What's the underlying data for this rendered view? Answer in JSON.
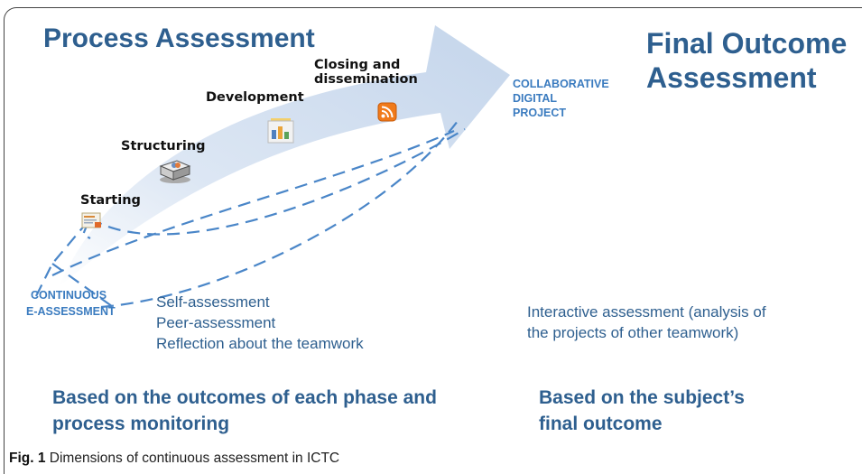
{
  "process_title": "Process Assessment",
  "final_title_line1": "Final Outcome",
  "final_title_line2": "Assessment",
  "phases": {
    "starting": "Starting",
    "structuring": "Structuring",
    "development": "Development",
    "closing_line1": "Closing and",
    "closing_line2": "dissemination"
  },
  "collab_line1": "COLLABORATIVE",
  "collab_line2": "DIGITAL",
  "collab_line3": "PROJECT",
  "continuous_line1": "CONTINUOUS",
  "continuous_line2": "E-ASSESSMENT",
  "process_methods": [
    "Self-assessment",
    "Peer-assessment",
    "Reflection about the teamwork"
  ],
  "interactive_line1": "Interactive assessment (analysis of",
  "interactive_line2": "the projects of other teamwork)",
  "process_basis_line1": "Based on the outcomes of each phase and",
  "process_basis_line2": "process monitoring",
  "final_basis_line1": "Based on the subject’s",
  "final_basis_line2": "final outcome",
  "caption_label": "Fig. 1",
  "caption_text": " Dimensions of continuous assessment in ICTC",
  "icons": [
    "document-icon",
    "box-icon",
    "presentation-icon",
    "rss-icon"
  ],
  "colors": {
    "heading": "#2e5f8f",
    "accent": "#3a7bbf",
    "arrow": "#c9d8ec",
    "rss": "#f07a1a"
  }
}
